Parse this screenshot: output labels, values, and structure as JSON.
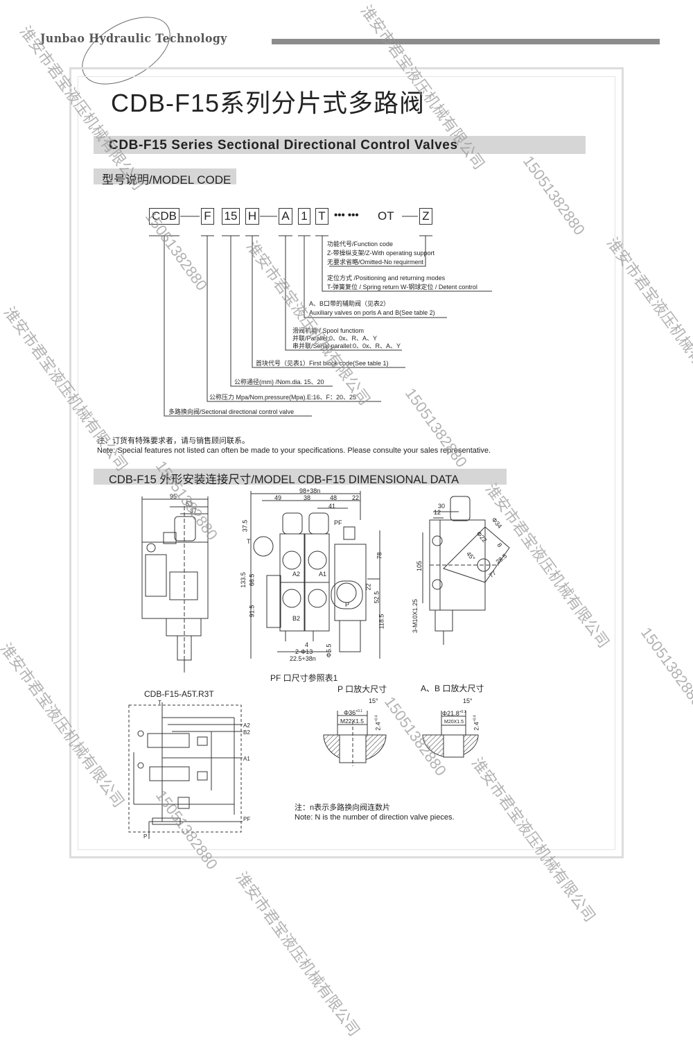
{
  "header": {
    "logo": "Junbao Hydraulic Technology"
  },
  "title": "CDB-F15系列分片式多路阀",
  "subtitle": "CDB-F15 Series Sectional Directional Control Valves",
  "model_code": {
    "heading": "型号说明/MODEL CODE",
    "boxes": [
      "CDB",
      "F",
      "15",
      "H",
      "A",
      "1",
      "T",
      "Z"
    ],
    "dots": "••• •••",
    "ot": "OT",
    "desc": {
      "func1": "功能代号/Function code",
      "func2": "Z-带操纵支架/Z-With operating support",
      "func3": "无要求省略/Omitted-No requirment",
      "pos1": "定位方式 /Positioning and returning modes",
      "pos2": "T-弹簧复位  / Spring  return  W-钢球定位 / Detent control",
      "aux1": "A、B口带的辅助阀（见表2）",
      "aux2": "Auxiliary valves on porls A and B(See table 2)",
      "spool1": "滑阀机能  / Spool functiom",
      "spool2": "并联/Parallel:0、0x、R、A、Y",
      "spool3": "串并联/Serial-parallel:0、0x、R、A、Y",
      "first": "首块代号（见表1）First block code(See table 1)",
      "dia": "公称通径(mm) /Nom.dia. 15、20",
      "pressure": "公称压力 Mpa/Nom.pressure(Mpa).E:16、F：20、25",
      "valve": "多路换向阀/Sectional directional control valve"
    }
  },
  "note1": {
    "cn": "注：订货有特殊要求者，请与销售顾问联系。",
    "en": "Note: Special features not listed can often be made to your specifications. Please consulte your sales representative."
  },
  "dimensional": {
    "heading": "CDB-F15 外形安装连接尺寸/MODEL CDB-F15 DIMENSIONAL DATA",
    "side_dims": [
      "95",
      "53",
      "37"
    ],
    "front_dims": {
      "total": "98+38n",
      "d49": "49",
      "d38": "38",
      "d48": "48",
      "d22": "22",
      "d41": "41",
      "pf": "PF",
      "d37": "37.5",
      "d133": "133.5",
      "d66": "66.5",
      "d91": "91.5",
      "d78": "78",
      "d22b": "22",
      "d52": "52.5",
      "d118": "118.5",
      "a2": "A2",
      "a1": "A1",
      "b2": "B2",
      "p": "P",
      "t": "T",
      "d4": "4",
      "holes": "2-Φ13",
      "d5": "Φ5.5",
      "bottom": "22.5+38n"
    },
    "right_dims": {
      "d30": "30",
      "d12": "12",
      "d105": "105",
      "phi34": "Φ34",
      "phi22": "Φ22",
      "d8": "8",
      "d28": "28.5",
      "d45": "45°",
      "d77": "77",
      "thread": "3-M10X1.25"
    },
    "pf_caption": "PF 口尺寸参照表1",
    "p_port": {
      "title": "P 口放大尺寸",
      "phi": "Φ36",
      "tol": "+0.1",
      "thread": "M22X1.5",
      "angle": "15°",
      "depth": "2.4",
      "dtol": "+0.4"
    },
    "ab_port": {
      "title": "A、B 口放大尺寸",
      "phi": "Φ21.8",
      "tol": "+0.1",
      "thread": "M20X1.5",
      "angle": "15°",
      "depth": "2.4",
      "dtol": "+0.4"
    },
    "schematic": {
      "title": "CDB-F15-A5T.R3T",
      "ports": [
        "T",
        "A2",
        "B2",
        "A1",
        "PF",
        "P"
      ]
    },
    "note2": {
      "cn": "注：n表示多路换向阀连数片",
      "en": "Note: N is the number of direction valve pieces."
    }
  },
  "watermark": {
    "company": "淮安市君宝液压机械有限公司",
    "phone": "15051382880"
  }
}
